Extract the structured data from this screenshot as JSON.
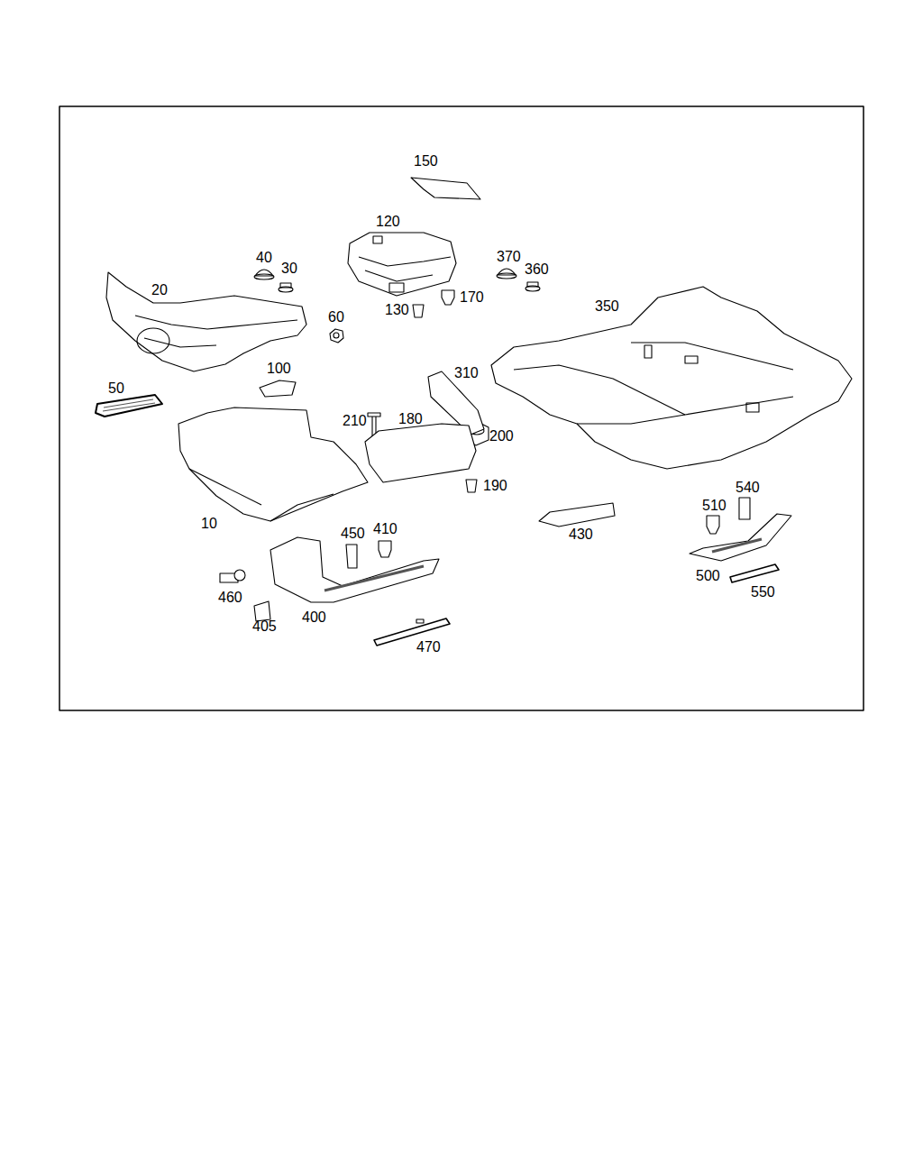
{
  "diagram": {
    "labels": [
      "150",
      "120",
      "40",
      "30",
      "370",
      "360",
      "20",
      "60",
      "130",
      "170",
      "350",
      "100",
      "50",
      "310",
      "210",
      "180",
      "200",
      "190",
      "10",
      "430",
      "540",
      "510",
      "450",
      "410",
      "460",
      "500",
      "405",
      "400",
      "550",
      "470"
    ]
  }
}
